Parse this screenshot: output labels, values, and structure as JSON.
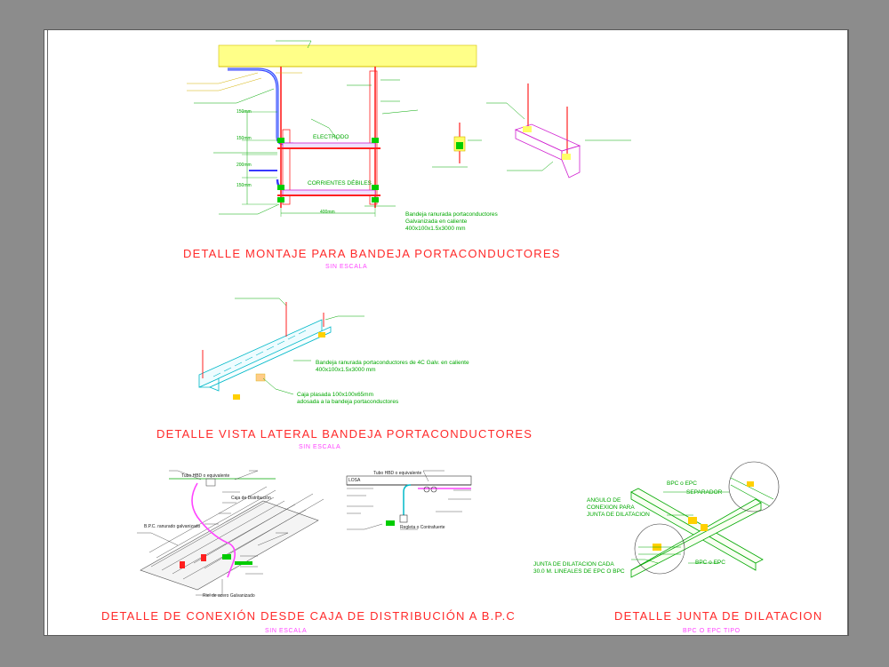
{
  "sheet": {
    "titles": {
      "montaje": "DETALLE MONTAJE PARA BANDEJA PORTACONDUCTORES",
      "vista_lateral": "DETALLE VISTA LATERAL BANDEJA PORTACONDUCTORES",
      "conexion": "DETALLE DE CONEXIÓN DESDE CAJA DE DISTRIBUCIÓN A B.P.C",
      "junta": "DETALLE JUNTA DE DILATACION"
    },
    "scales": {
      "montaje": "SIN ESCALA",
      "vista_lateral": "SIN ESCALA",
      "conexion": "SIN ESCALA",
      "junta": "BPC O EPC TIPO"
    }
  },
  "montaje": {
    "labels": {
      "electrodo": "ELECTRODO",
      "corrientes_debiles": "CORRIENTES DÉBILES",
      "bandeja_line1": "Bandeja ranurada portaconductores",
      "bandeja_line2": "Galvanizada en caliente",
      "bandeja_line3": "400x100x1.5x3000 mm",
      "dim_150_top": "150mm",
      "dim_150_mid": "150mm",
      "dim_200": "200mm",
      "dim_150_bot": "150mm",
      "dim_400": "400mm"
    }
  },
  "lateral": {
    "labels": {
      "bandeja_line1": "Bandeja ranurada portaconductores de 4C Galv. en caliente",
      "bandeja_line2": "400x100x1.5x3000 mm",
      "caja_line1": "Caja plasada 100x100x65mm",
      "caja_line2": "adosada a la bandeja portaconductores"
    }
  },
  "conexion": {
    "labels": {
      "tubo_left": "Tubo HBD o equivalente",
      "tubo_right": "Tubo HBD o equivalente",
      "caja_dist": "Caja de Distribución",
      "bpc": "B.P.C. ranurado galvanizado",
      "rilsa": "LOSA",
      "riel": "Riel de acero Galvanizado",
      "barra": "Regleta o Contrafuerte"
    }
  },
  "junta": {
    "labels": {
      "bpc_top": "BPC o EPC",
      "separador": "SEPARADOR",
      "angulo_line1": "ANGULO DE",
      "angulo_line2": "CONEXION PARA",
      "angulo_line3": "JUNTA DE DILATACION",
      "bpc_bottom": "BPC o EPC",
      "junta_line1": "JUNTA DE DILATACION CADA",
      "junta_line2": "30.0 M. LINEALES DE EPC O BPC"
    }
  }
}
